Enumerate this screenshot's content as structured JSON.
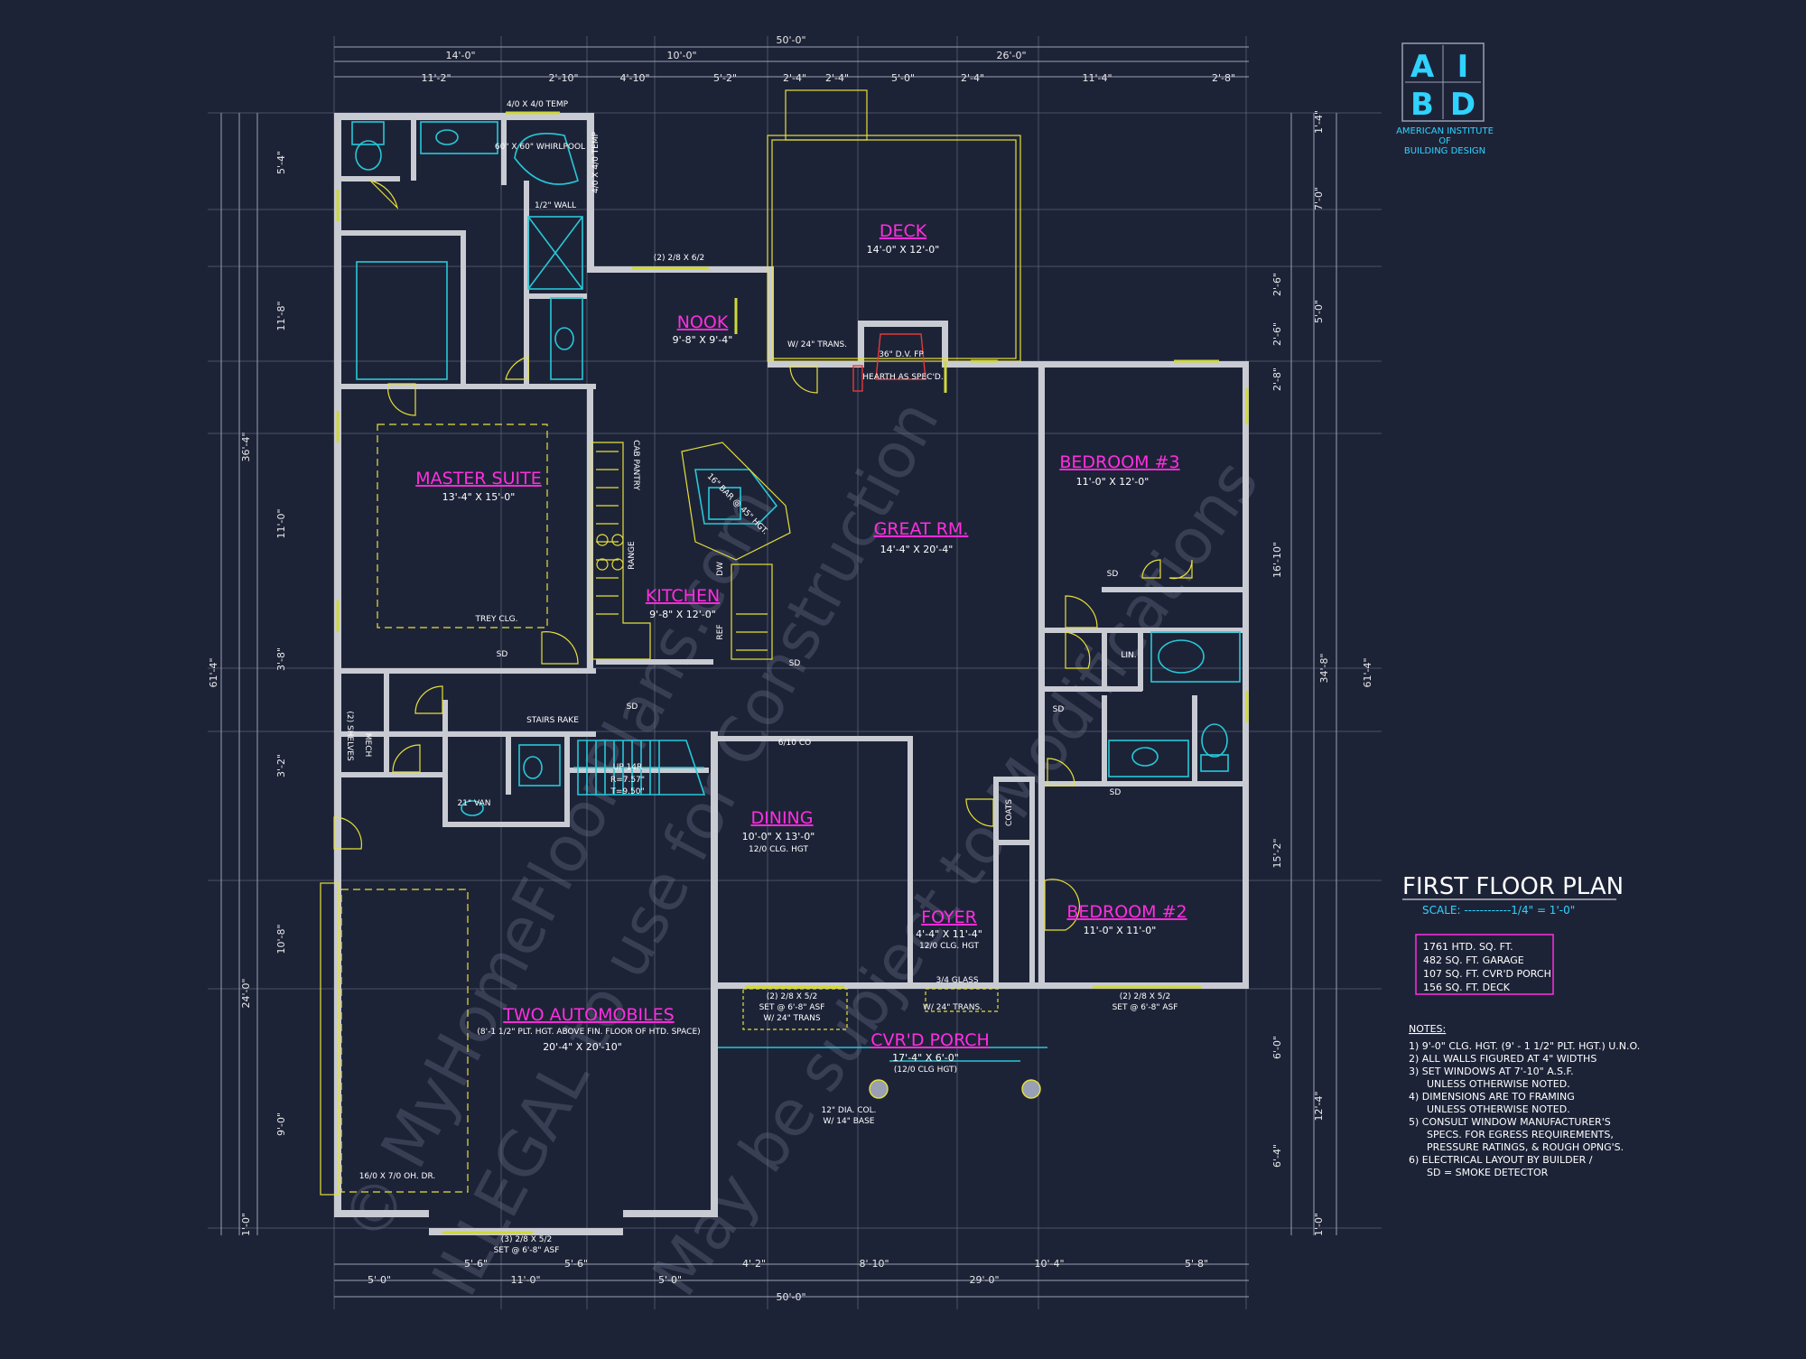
{
  "plan": {
    "title": "FIRST FLOOR PLAN",
    "scale": "SCALE: ------------1/4\" = 1'-0\"",
    "areas": [
      "1761 HTD. SQ. FT.",
      "482 SQ. FT. GARAGE",
      "107 SQ. FT. CVR'D PORCH",
      "156 SQ. FT. DECK"
    ],
    "notes_title": "NOTES:",
    "notes": [
      "1) 9'-0\" CLG. HGT. (9' - 1 1/2\" PLT. HGT.) U.N.O.",
      "2) ALL WALLS FIGURED AT 4\" WIDTHS",
      "3) SET WINDOWS AT 7'-10\" A.S.F.",
      "UNLESS OTHERWISE NOTED.",
      "4) DIMENSIONS ARE TO FRAMING",
      "UNLESS OTHERWISE NOTED.",
      "5) CONSULT WINDOW MANUFACTURER'S",
      "SPECS. FOR EGRESS REQUIREMENTS,",
      "PRESSURE RATINGS, & ROUGH OPNG'S.",
      "6) ELECTRICAL LAYOUT BY BUILDER /",
      "SD = SMOKE DETECTOR"
    ]
  },
  "logo": {
    "letters": [
      "A",
      "I",
      "B",
      "D"
    ],
    "line1": "AMERICAN INSTITUTE",
    "line2": "OF",
    "line3": "BUILDING DESIGN"
  },
  "rooms": {
    "deck": {
      "name": "DECK",
      "size": "14'-0\" X 12'-0\""
    },
    "nook": {
      "name": "NOOK",
      "size": "9'-8\" X 9'-4\""
    },
    "master": {
      "name": "MASTER SUITE",
      "size": "13'-4\" X 15'-0\"",
      "note": "TREY CLG."
    },
    "great": {
      "name": "GREAT RM.",
      "size": "14'-4\" X 20'-4\""
    },
    "bed3": {
      "name": "BEDROOM #3",
      "size": "11'-0\" X 12'-0\""
    },
    "kitchen": {
      "name": "KITCHEN",
      "size": "9'-8\" X 12'-0\""
    },
    "dining": {
      "name": "DINING",
      "size": "10'-0\" X 13'-0\"",
      "note": "12/0 CLG. HGT"
    },
    "foyer": {
      "name": "FOYER",
      "size": "4'-4\" X 11'-4\"",
      "note": "12/0 CLG. HGT"
    },
    "bed2": {
      "name": "BEDROOM #2",
      "size": "11'-0\" X 11'-0\""
    },
    "garage": {
      "name": "TWO AUTOMOBILES",
      "sub": "(8'-1 1/2\" PLT. HGT. ABOVE FIN. FLOOR OF HTD. SPACE)",
      "size": "20'-4\" X 20'-10\""
    },
    "porch": {
      "name": "CVR'D PORCH",
      "size": "17'-4\" X 6'-0\"",
      "note": "(12/0 CLG HGT)"
    }
  },
  "dims_top": {
    "overall": "50'-0\"",
    "row1": [
      "14'-0\"",
      "10'-0\"",
      "26'-0\""
    ],
    "row2": [
      "11'-2\"",
      "2'-10\"",
      "4'-10\"",
      "5'-2\"",
      "2'-4\"",
      "2'-4\"",
      "5'-0\"",
      "2'-4\"",
      "11'-4\"",
      "2'-8\""
    ]
  },
  "dims_bottom": {
    "overall": "50'-0\"",
    "row1": [
      "11'-0\"",
      "29'-0\""
    ],
    "row1b": [
      "5'-0\"",
      "5'-0\""
    ],
    "row2": [
      "5'-6\"",
      "5'-6\"",
      "4'-2\"",
      "8'-10\"",
      "10'-4\"",
      "5'-8\""
    ]
  },
  "dims_left": {
    "overall": "61'-4\"",
    "mid": [
      "36'-4\"",
      "24'-0\""
    ],
    "row": [
      "5'-4\"",
      "11'-8\"",
      "11'-0\"",
      "3'-8\"",
      "3'-2\"",
      "10'-8\"",
      "9'-0\"",
      "1'-0\""
    ]
  },
  "dims_right": {
    "overall": "61'-4\"",
    "mid": [
      "34'-8\""
    ],
    "row": [
      "1'-4\"",
      "7'-0\"",
      "5'-0\"",
      "2'-6\"",
      "2'-6\"",
      "2'-8\"",
      "16'-10\"",
      "15'-2\"",
      "6'-0\"",
      "12'-4\"",
      "6'-4\"",
      "1'-0\""
    ]
  },
  "labels": {
    "temp_top": "4/0 X 4/0 TEMP",
    "whirlpool": "60\" X 60\" WHIRLPOOL",
    "temp_side": "4/0 X 4/0 TEMP",
    "half_wall": "1/2\" WALL",
    "trans_nook": "(2) 2/8 X 6/2",
    "fp": "36\" D.V. FP",
    "hearth": "HEARTH AS SPEC'D.",
    "trans24": "W/ 24\" TRANS.",
    "bar": "16\" BAR @ 45\" HGT.",
    "pantry": "CAB PANTRY",
    "range": "RANGE",
    "dw": "DW",
    "ref": "REF",
    "stairs": "STAIRS RAKE",
    "up": "UP 14R",
    "riser": "R=7.57\"",
    "tread": "T=9.50\"",
    "lin": "LIN.",
    "coats": "COATS",
    "dining_co": "6/10 CO",
    "garage_door": "16/0 X 7/0 OH. DR.",
    "garage_win": "(3) 2/8 X 5/2",
    "garage_win2": "SET @ 6'-8\" ASF",
    "dining_win": "(2) 2/8 X 5/2",
    "dining_win2": "SET @ 6'-8\" ASF",
    "dining_win3": "W/ 24\" TRANS",
    "bed2_win": "(2) 2/8 X 5/2",
    "bed2_win2": "SET @ 6'-8\" ASF",
    "col": "12\" DIA. COL.",
    "col2": "W/ 14\" BASE",
    "glass": "3/4 GLASS",
    "sd": "SD",
    "shelves": "(2) SHELVES",
    "mech": "MECH",
    "van": "21\" VAN"
  },
  "watermarks": [
    "© MyHomeFloorPlans.com",
    "ILLEGAL to use for Construction",
    "May be subject to Modifications"
  ],
  "colors": {
    "background": "#1d2337",
    "walls": "#c9cbd3",
    "room_labels": "#ff2ee0",
    "fixtures": "#27c8d8",
    "windows": "#e6e03a",
    "logo": "#2fd3ff"
  }
}
